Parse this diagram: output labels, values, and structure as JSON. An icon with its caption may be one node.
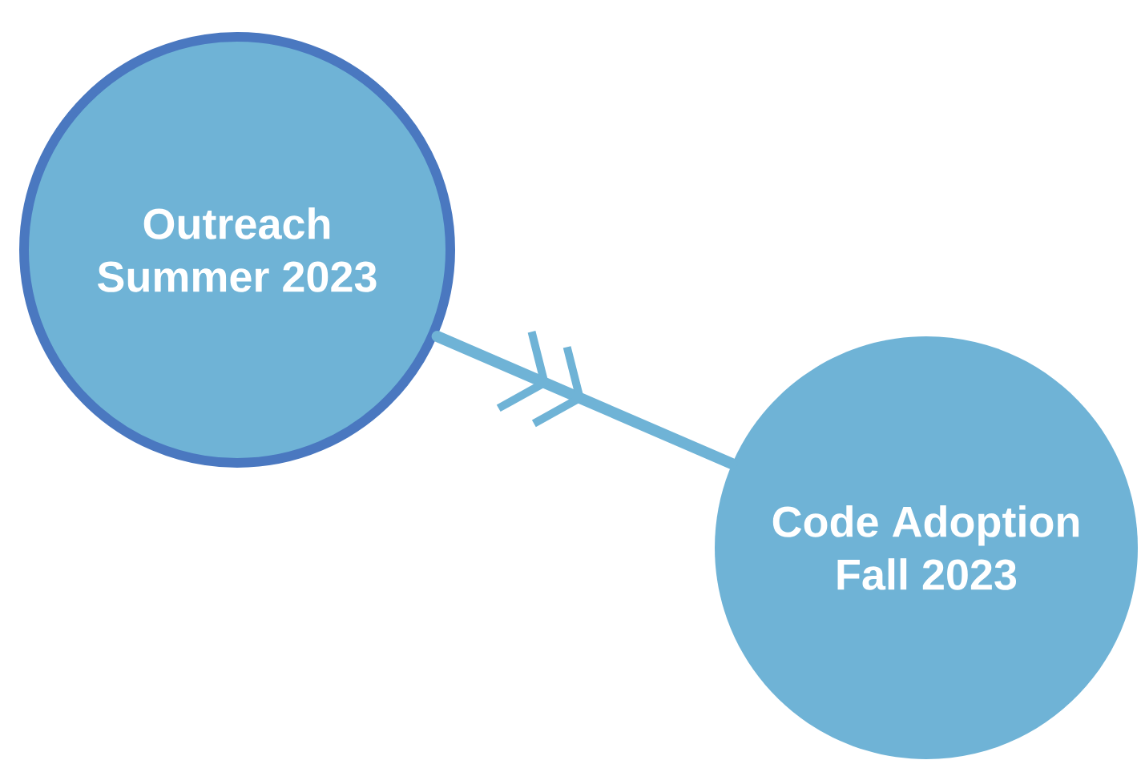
{
  "diagram": {
    "nodes": [
      {
        "text": [
          "Outreach Summer 2023"
        ]
      },
      {
        "text": [
          "Code Adoption Fall 2023"
        ]
      }
    ],
    "edges": [
      {
        "from": 0,
        "to": 1,
        "arrow": "to"
      }
    ]
  }
}
